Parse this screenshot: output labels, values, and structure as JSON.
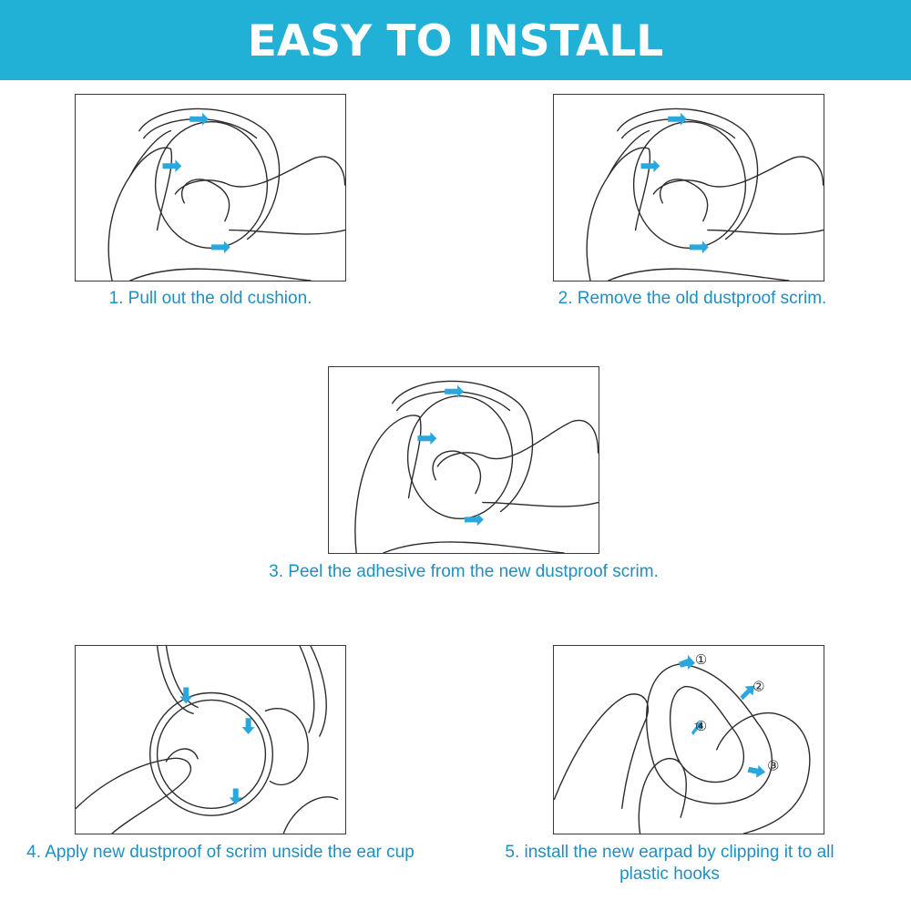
{
  "header": {
    "title": "EASY TO INSTALL",
    "background": "#22b1d6",
    "text_color": "#ffffff"
  },
  "accent": "#2aa7dd",
  "caption_color": "#1f8fc1",
  "steps": [
    {
      "caption": "1. Pull out the old cushion.",
      "icon": "hands-pulling-cushion-illustration"
    },
    {
      "caption": "2. Remove the old dustproof scrim.",
      "icon": "hands-removing-scrim-illustration"
    },
    {
      "caption": "3. Peel the adhesive from the new dustproof scrim.",
      "icon": "hands-peeling-adhesive-illustration"
    },
    {
      "caption": "4. Apply new dustproof of scrim unside the ear cup",
      "icon": "hand-applying-scrim-illustration"
    },
    {
      "caption_line1": "5. install the new earpad by clipping it to all",
      "caption_line2": "plastic hooks",
      "icon": "hands-clipping-earpad-illustration",
      "markers": [
        "①",
        "②",
        "③",
        "④"
      ]
    }
  ]
}
